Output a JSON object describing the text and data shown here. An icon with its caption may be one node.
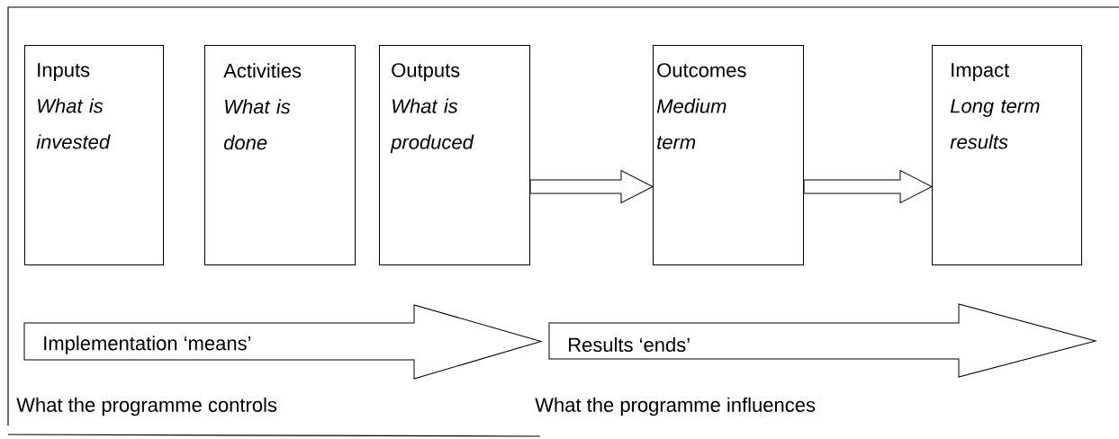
{
  "diagram": {
    "nodes": [
      {
        "text": [
          "Inputs",
          "What is invested"
        ]
      },
      {
        "text": [
          "Activities",
          "What is done"
        ]
      },
      {
        "text": [
          "Outputs",
          "What is produced"
        ]
      },
      {
        "text": [
          "Outcomes",
          "Medium term"
        ]
      },
      {
        "text": [
          "Impact",
          "Long term results"
        ]
      },
      {
        "text": [
          "Implementation ‘means’"
        ]
      },
      {
        "text": [
          "Results ‘ends’"
        ]
      }
    ],
    "edges": [
      {
        "from": 2,
        "to": 3,
        "arrow": "to"
      },
      {
        "from": 3,
        "to": 4,
        "arrow": "to"
      }
    ],
    "labels": [
      "What the programme controls",
      "What the programme influences"
    ]
  }
}
